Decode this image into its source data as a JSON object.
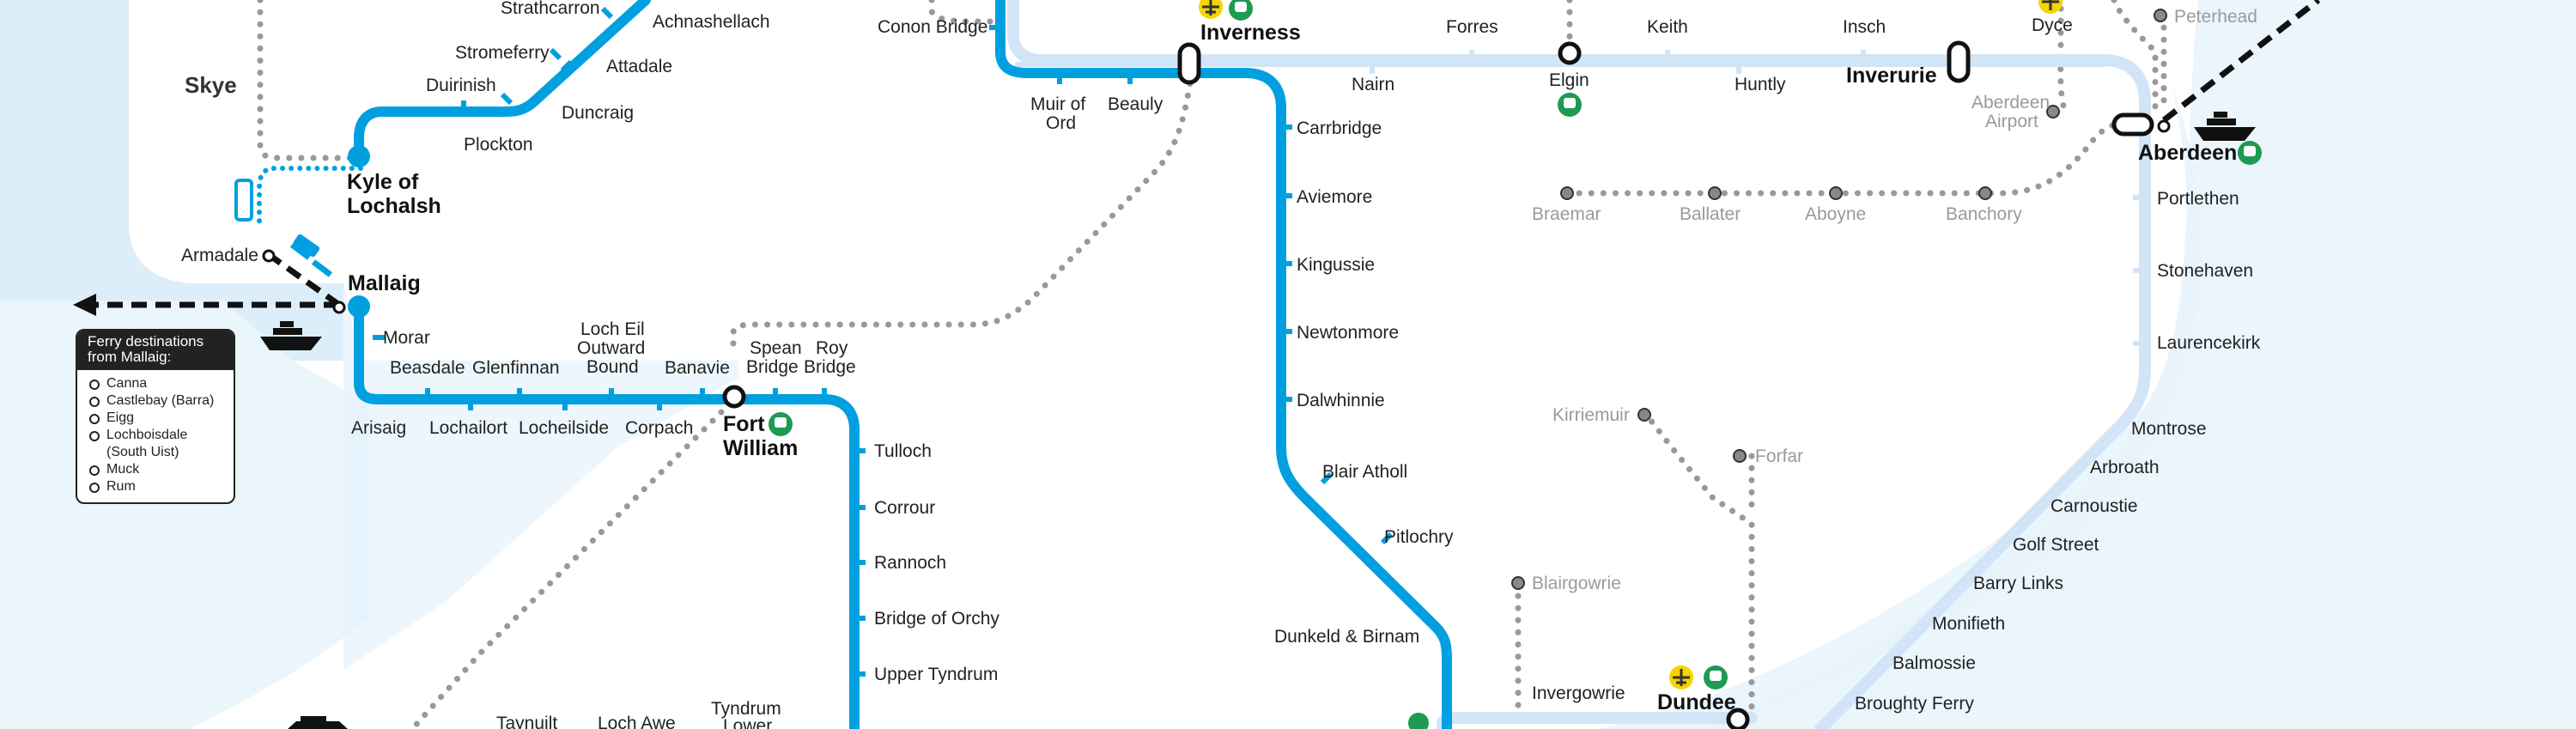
{
  "colors": {
    "line": "#00a0e0",
    "east_line": "#d2e5f6",
    "sea": "#d8ecfa",
    "bus": "#999999",
    "ferry": "#111111",
    "airport": "#f4d500",
    "interchange": "#1e9a52"
  },
  "places": {
    "skye": "Skye"
  },
  "stations": {
    "strathcarron": "Strathcarron",
    "achnashellach": "Achnashellach",
    "stromeferry": "Stromeferry",
    "attadale": "Attadale",
    "duirinish": "Duirinish",
    "duncraig": "Duncraig",
    "plockton": "Plockton",
    "kyle_line1": "Kyle of",
    "kyle_line2": "Lochalsh",
    "armadale": "Armadale",
    "mallaig": "Mallaig",
    "morar": "Morar",
    "arisaig": "Arisaig",
    "beasdale": "Beasdale",
    "lochailort": "Lochailort",
    "glenfinnan": "Glenfinnan",
    "locheilside": "Locheilside",
    "loch_eil_1": "Loch Eil",
    "loch_eil_2": "Outward",
    "loch_eil_3": "Bound",
    "corpach": "Corpach",
    "banavie": "Banavie",
    "spean_1": "Spean",
    "spean_2": "Bridge",
    "roy_1": "Roy",
    "roy_2": "Bridge",
    "fort_william_1": "Fort",
    "fort_william_2": "William",
    "tulloch": "Tulloch",
    "corrour": "Corrour",
    "rannoch": "Rannoch",
    "bridge_of_orchy": "Bridge of Orchy",
    "upper_tyndrum": "Upper Tyndrum",
    "taynuilt": "Taynuilt",
    "loch_awe": "Loch Awe",
    "tyndrum_1": "Tyndrum",
    "tyndrum_2": "Lower",
    "conon_bridge": "Conon Bridge",
    "inverness": "Inverness",
    "muir_1": "Muir of",
    "muir_2": "Ord",
    "beauly": "Beauly",
    "nairn": "Nairn",
    "forres": "Forres",
    "elgin": "Elgin",
    "keith": "Keith",
    "huntly": "Huntly",
    "insch": "Insch",
    "inverurie": "Inverurie",
    "dyce": "Dyce",
    "aberdeen_airport_1": "Aberdeen",
    "aberdeen_airport_2": "Airport",
    "peterhead": "Peterhead",
    "aberdeen": "Aberdeen",
    "carrbridge": "Carrbridge",
    "aviemore": "Aviemore",
    "kingussie": "Kingussie",
    "newtonmore": "Newtonmore",
    "dalwhinnie": "Dalwhinnie",
    "blair_atholl": "Blair Atholl",
    "pitlochry": "Pitlochry",
    "dunkeld": "Dunkeld & Birnam",
    "braemar": "Braemar",
    "ballater": "Ballater",
    "aboyne": "Aboyne",
    "banchory": "Banchory",
    "portlethen": "Portlethen",
    "stonehaven": "Stonehaven",
    "laurencekirk": "Laurencekirk",
    "montrose": "Montrose",
    "arbroath": "Arbroath",
    "carnoustie": "Carnoustie",
    "golf_street": "Golf Street",
    "barry_links": "Barry Links",
    "monifieth": "Monifieth",
    "balmossie": "Balmossie",
    "broughty_ferry": "Broughty Ferry",
    "kirriemuir": "Kirriemuir",
    "forfar": "Forfar",
    "blairgowrie": "Blairgowrie",
    "invergowrie": "Invergowrie",
    "dundee": "Dundee"
  },
  "ferry_box": {
    "title_1": "Ferry destinations",
    "title_2": "from Mallaig:",
    "items": [
      "Canna",
      "Castlebay (Barra)",
      "Eigg",
      "Lochboisdale",
      "(South Uist)",
      "Muck",
      "Rum"
    ]
  },
  "icons": [
    "airport-icon",
    "train-interchange-icon",
    "ferry-icon",
    "bus-icon",
    "arrow-left-icon"
  ]
}
